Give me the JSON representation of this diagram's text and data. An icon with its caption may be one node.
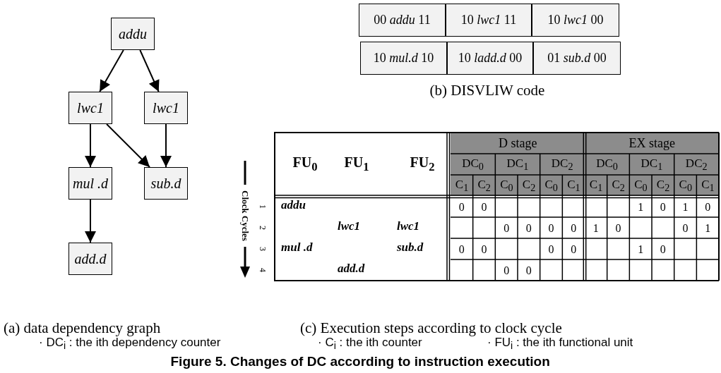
{
  "diagram": {
    "caption": "Figure 5. Changes of DC according to instruction execution",
    "nodes": [
      {
        "text": [
          "addu"
        ]
      },
      {
        "text": [
          "lwc1"
        ]
      },
      {
        "text": [
          "lwc1"
        ]
      },
      {
        "text": [
          "mul .d"
        ]
      },
      {
        "text": [
          "sub.d"
        ]
      },
      {
        "text": [
          "add.d"
        ]
      }
    ],
    "edges": [
      {
        "from": 0,
        "to": 1,
        "arrow": "to"
      },
      {
        "from": 0,
        "to": 2,
        "arrow": "to"
      },
      {
        "from": 1,
        "to": 3,
        "arrow": "to"
      },
      {
        "from": 1,
        "to": 4,
        "arrow": "to"
      },
      {
        "from": 2,
        "to": 4,
        "arrow": "to"
      },
      {
        "from": 3,
        "to": 5,
        "arrow": "to"
      }
    ],
    "labels": [
      "00 *addu* 11",
      "10 *lwc1* 11",
      "10 *lwc1* 00",
      "10 *mul.d* 10",
      "10 *ladd.d* 00",
      "01 *sub.d* 00",
      "(b) DISVLIW code",
      "FU$_{0}$",
      "FU$_{1}$",
      "FU$_{2}$",
      "D stage",
      "EX stage",
      "DC$_{0}$",
      "DC$_{1}$",
      "DC$_{2}$",
      "DC$_{0}$",
      "DC$_{1}$",
      "DC$_{2}$",
      "C$_{1}$",
      "C$_{2}$",
      "C$_{0}$",
      "C$_{2}$",
      "C$_{0}$",
      "C$_{1}$",
      "C$_{1}$",
      "C$_{2}$",
      "C$_{0}$",
      "C$_{2}$",
      "C$_{0}$",
      "C$_{1}$",
      "Clock Cycles",
      "1",
      "addu",
      "0",
      "0",
      "1",
      "0",
      "1",
      "0",
      "2",
      "lwc1",
      "lwc1",
      "0",
      "0",
      "0",
      "0",
      "1",
      "0",
      "0",
      "1",
      "3",
      "mul .d",
      "sub.d",
      "0",
      "0",
      "0",
      "0",
      "1",
      "0",
      "4",
      "add.d",
      "0",
      "0",
      "(a) data dependency graph",
      "(c) Execution steps according to clock cycle",
      "· DC$_{i}$ : the ith dependency counter",
      "· C$_{i}$ : the ith counter",
      "· FU$_{i}$ :  the ith functional unit"
    ]
  }
}
